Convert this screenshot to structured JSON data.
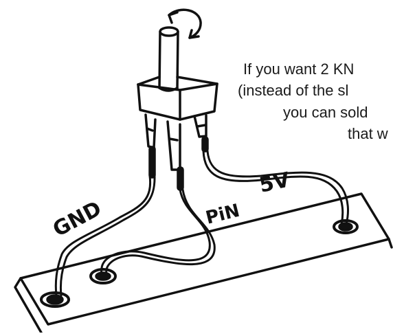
{
  "labels": {
    "gnd": "GND",
    "pin": "PiN",
    "v5": "5V"
  },
  "note_lines": [
    "If you want 2 KN",
    "(instead of the sl",
    "you can sold",
    "that w"
  ],
  "colors": {
    "ink": "#111111",
    "background": "#ffffff"
  }
}
